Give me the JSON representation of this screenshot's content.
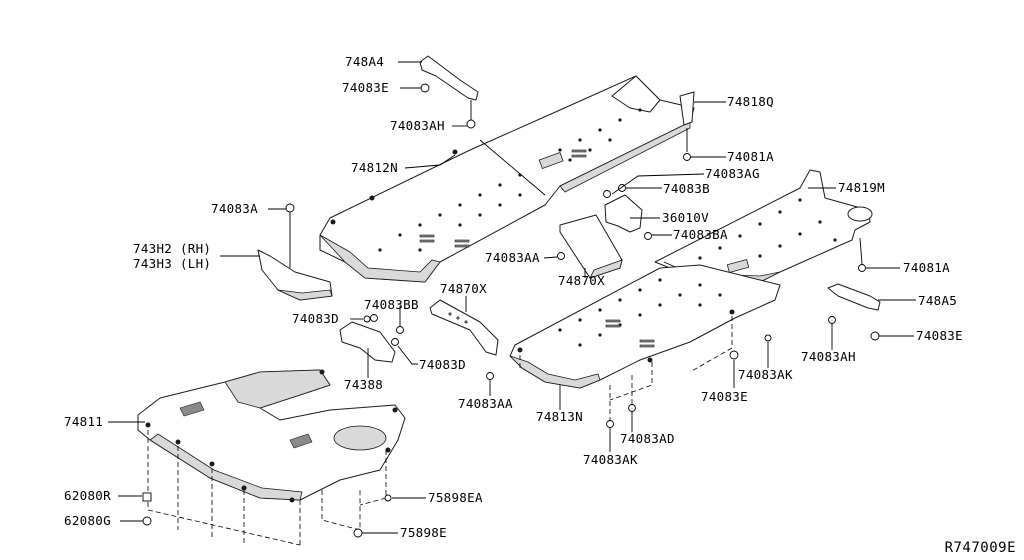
{
  "diagram_code": "R747009E",
  "parts": [
    {
      "id": "p01",
      "label": "748A4"
    },
    {
      "id": "p02",
      "label": "74083E"
    },
    {
      "id": "p03",
      "label": "74083AH"
    },
    {
      "id": "p04",
      "label": "74818Q"
    },
    {
      "id": "p05",
      "label": "74081A"
    },
    {
      "id": "p06",
      "label": "74812N"
    },
    {
      "id": "p07",
      "label": "74083AG"
    },
    {
      "id": "p08",
      "label": "74083B"
    },
    {
      "id": "p09",
      "label": "74819M"
    },
    {
      "id": "p10",
      "label": "74083A"
    },
    {
      "id": "p11",
      "label": "36010V"
    },
    {
      "id": "p12",
      "label": "74083BA"
    },
    {
      "id": "p13",
      "label": "743H2 (RH)"
    },
    {
      "id": "p14",
      "label": "743H3 (LH)"
    },
    {
      "id": "p15",
      "label": "74083AA"
    },
    {
      "id": "p16",
      "label": "74870X"
    },
    {
      "id": "p17",
      "label": "74081A"
    },
    {
      "id": "p18",
      "label": "74870X"
    },
    {
      "id": "p19",
      "label": "74083BB"
    },
    {
      "id": "p20",
      "label": "748A5"
    },
    {
      "id": "p21",
      "label": "74083D"
    },
    {
      "id": "p22",
      "label": "74083E"
    },
    {
      "id": "p23",
      "label": "74083AH"
    },
    {
      "id": "p24",
      "label": "74083D"
    },
    {
      "id": "p25",
      "label": "74083AK"
    },
    {
      "id": "p26",
      "label": "74388"
    },
    {
      "id": "p27",
      "label": "74083E"
    },
    {
      "id": "p28",
      "label": "74083AA"
    },
    {
      "id": "p29",
      "label": "74811"
    },
    {
      "id": "p30",
      "label": "74813N"
    },
    {
      "id": "p31",
      "label": "74083AD"
    },
    {
      "id": "p32",
      "label": "74083AK"
    },
    {
      "id": "p33",
      "label": "62080R"
    },
    {
      "id": "p34",
      "label": "75898EA"
    },
    {
      "id": "p35",
      "label": "62080G"
    },
    {
      "id": "p36",
      "label": "75898E"
    }
  ]
}
